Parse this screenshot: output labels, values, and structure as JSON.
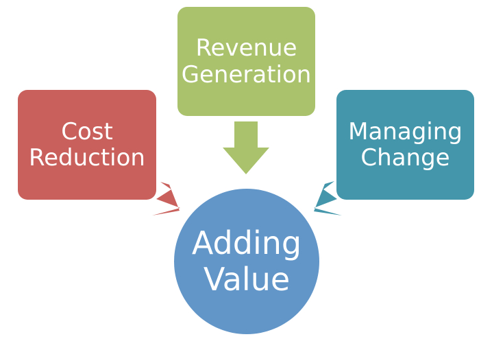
{
  "colors": {
    "cost_reduction": "#c9605c",
    "revenue_generation": "#a9c26b",
    "managing_change": "#4497aa",
    "adding_value": "#6296c8"
  },
  "nodes": {
    "cost_reduction": {
      "line1": "Cost",
      "line2": "Reduction"
    },
    "revenue_generation": {
      "line1": "Revenue",
      "line2": "Generation"
    },
    "managing_change": {
      "line1": "Managing",
      "line2": "Change"
    },
    "adding_value": {
      "line1": "Adding",
      "line2": "Value"
    }
  }
}
